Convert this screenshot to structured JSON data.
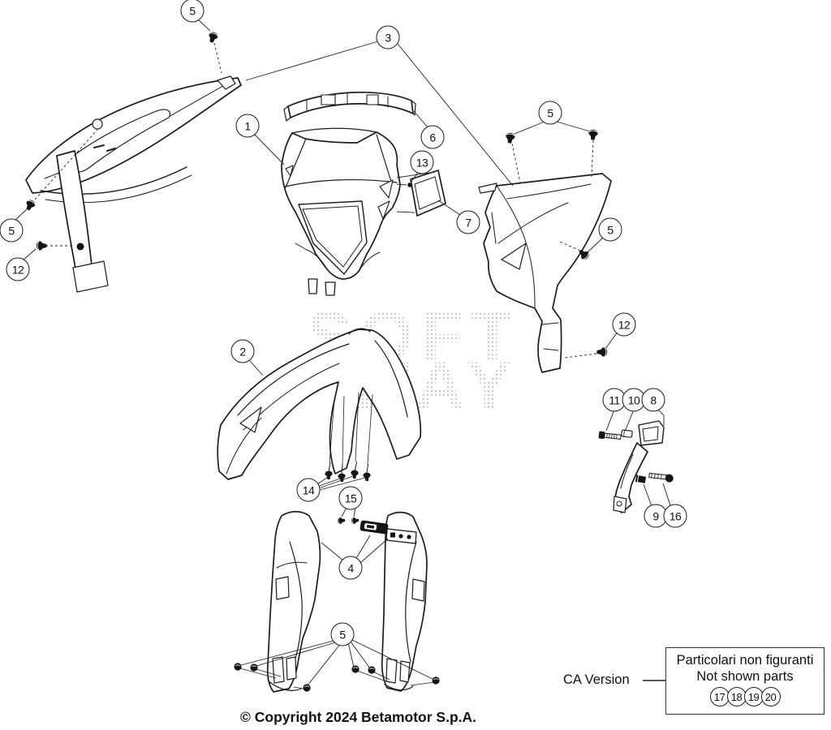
{
  "watermark": {
    "line1": "SOFT",
    "line2": "WAY"
  },
  "callouts": [
    {
      "label": "5"
    },
    {
      "label": "3"
    },
    {
      "label": "1"
    },
    {
      "label": "6"
    },
    {
      "label": "13"
    },
    {
      "label": "7"
    },
    {
      "label": "5"
    },
    {
      "label": "5"
    },
    {
      "label": "12"
    },
    {
      "label": "5"
    },
    {
      "label": "12"
    },
    {
      "label": "2"
    },
    {
      "label": "14"
    },
    {
      "label": "15"
    },
    {
      "label": "4"
    },
    {
      "label": "5"
    },
    {
      "label": "11"
    },
    {
      "label": "10"
    },
    {
      "label": "8"
    },
    {
      "label": "9"
    },
    {
      "label": "16"
    }
  ],
  "ca_note": {
    "label": "CA Version",
    "line1": "Particolari non figuranti",
    "line2": "Not shown parts",
    "items": [
      {
        "label": "17"
      },
      {
        "label": "18"
      },
      {
        "label": "19"
      },
      {
        "label": "20"
      }
    ]
  },
  "footer": {
    "copyright": "© Copyright 2024 Betamotor S.p.A."
  },
  "colors": {
    "line": "#1c1c1c",
    "background": "#ffffff",
    "watermark_dot": "#b9b9b9"
  }
}
